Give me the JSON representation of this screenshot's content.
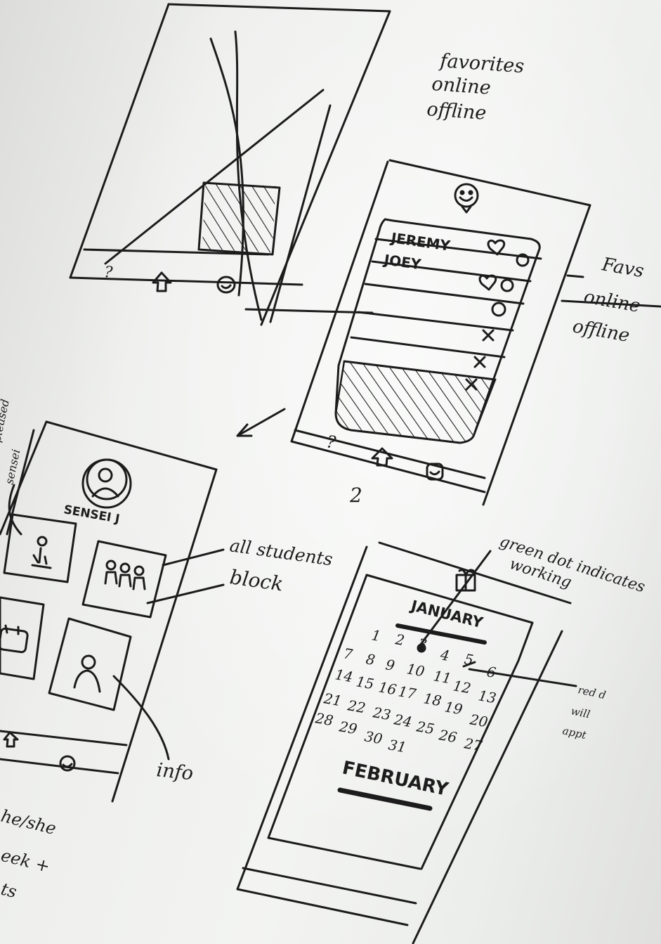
{
  "top_note": {
    "lines": [
      "favorites",
      "online",
      "offline"
    ]
  },
  "sketch1": {
    "question_label": "?"
  },
  "sketch2": {
    "list": [
      {
        "name": "JEREMY",
        "marker": "heart-circle"
      },
      {
        "name": "JOEY",
        "marker": "heart-circle"
      },
      {
        "name": "",
        "marker": "circle"
      },
      {
        "name": "",
        "marker": "x"
      },
      {
        "name": "",
        "marker": "x"
      },
      {
        "name": "",
        "marker": "x"
      }
    ],
    "question_label": "?",
    "page_number": "2",
    "side_note": {
      "lines": [
        "Favs",
        "online",
        "offline"
      ]
    }
  },
  "sketch3": {
    "top_note": [
      "pleased",
      "sensei"
    ],
    "profile_name": "SENSEI J",
    "annotation_all": "all students",
    "annotation_block": "block",
    "annotation_info": "info",
    "bottom_note": [
      "he/she",
      "eek +",
      "ts"
    ]
  },
  "sketch4": {
    "annotation_green": [
      "green dot indicates",
      "working"
    ],
    "month1": "JANUARY",
    "month2": "FEBRUARY",
    "dates": [
      [
        "1",
        "2",
        "3",
        "4",
        "5",
        "6"
      ],
      [
        "7",
        "8",
        "9",
        "10",
        "11",
        "12",
        "13"
      ],
      [
        "14",
        "15",
        "16",
        "17",
        "18",
        "19",
        "20"
      ],
      [
        "21",
        "22",
        "23",
        "24",
        "25",
        "26",
        "27"
      ],
      [
        "28",
        "29",
        "30",
        "31"
      ]
    ],
    "side_note": [
      "red d",
      "will",
      "appt"
    ]
  }
}
